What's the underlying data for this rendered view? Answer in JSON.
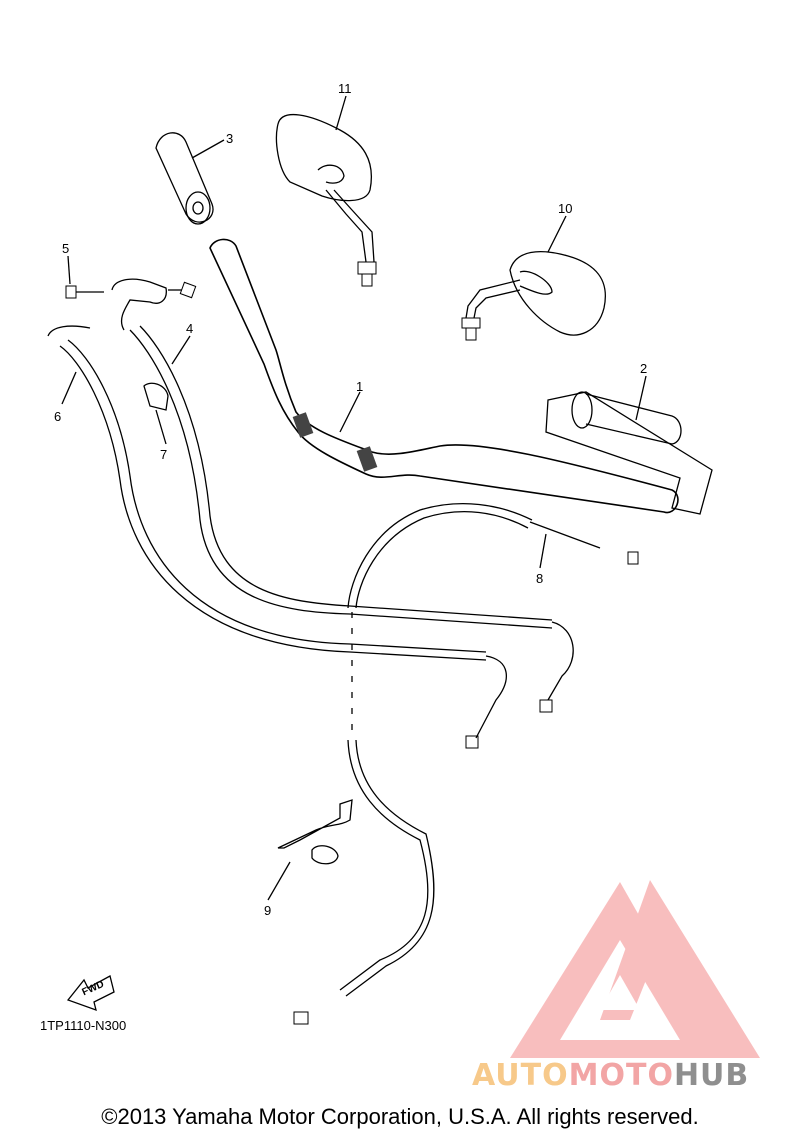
{
  "labels": {
    "p1": "1",
    "p2": "2",
    "p3": "3",
    "p4": "4",
    "p5": "5",
    "p6": "6",
    "p7": "7",
    "p8": "8",
    "p9": "9",
    "p10": "10",
    "p11": "11"
  },
  "fwd_arrow_text": "FWD",
  "diagram_code": "1TP1110-N300",
  "copyright": "©2013 Yamaha Motor Corporation, U.S.A. All rights reserved.",
  "watermark": {
    "part1": "AUTO",
    "part2": "MOTO",
    "part3": "HUB",
    "colors": {
      "triangle": "#f2a5a5",
      "auto": "#f7c98a",
      "moto": "#f2a5a5",
      "hub": "#8f8f8f"
    }
  }
}
